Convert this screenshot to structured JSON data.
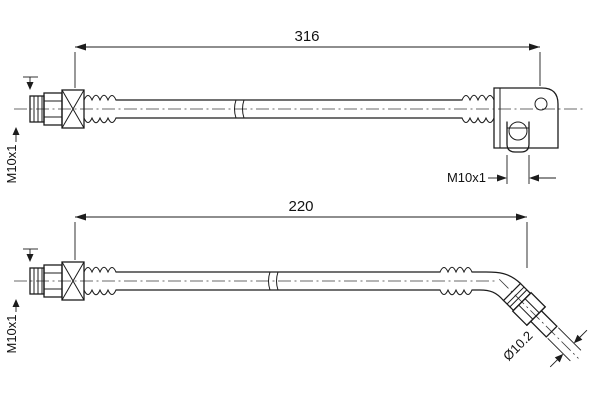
{
  "drawing": {
    "views": {
      "top": {
        "length_dimension": "316",
        "left_thread_label": "M10x1",
        "bracket_thread_label": "M10x1"
      },
      "bottom": {
        "length_dimension": "220",
        "left_thread_label": "M10x1",
        "end_diameter_label": "Ø10.2"
      }
    }
  }
}
